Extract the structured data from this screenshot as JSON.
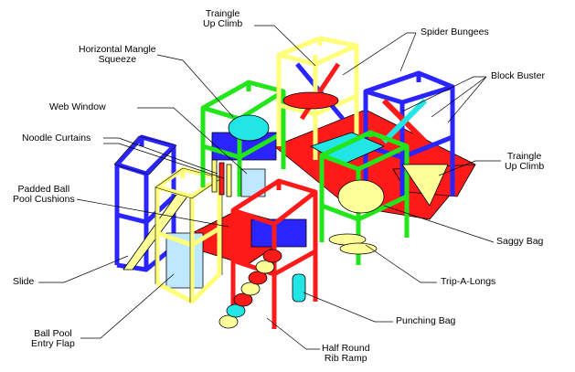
{
  "labels": {
    "triangle_top": [
      "Traingle",
      "Up Climb"
    ],
    "spider_bungees": "Spider Bungees",
    "horizontal_mangle": [
      "Horizontal Mangle",
      "Squeeze"
    ],
    "block_buster": "Block Buster",
    "web_window": "Web Window",
    "noodle_curtains": "Noodle Curtains",
    "triangle_right": [
      "Traingle",
      "Up Climb"
    ],
    "padded_ball_pool": [
      "Padded Ball",
      "Pool Cushions"
    ],
    "saggy_bag": "Saggy Bag",
    "slide": "Slide",
    "trip_a_longs": "Trip-A-Longs",
    "ball_pool_entry": [
      "Ball Pool",
      "Entry Flap"
    ],
    "punching_bag": "Punching Bag",
    "half_round": [
      "Half Round",
      "Rib Ramp"
    ]
  },
  "colors": {
    "red": "#ff1a1a",
    "blue": "#2a24ff",
    "yellow": "#ffff8a",
    "green": "#22e61a",
    "cyan": "#22e6e6",
    "frame_yellow": "#ffff7a"
  }
}
